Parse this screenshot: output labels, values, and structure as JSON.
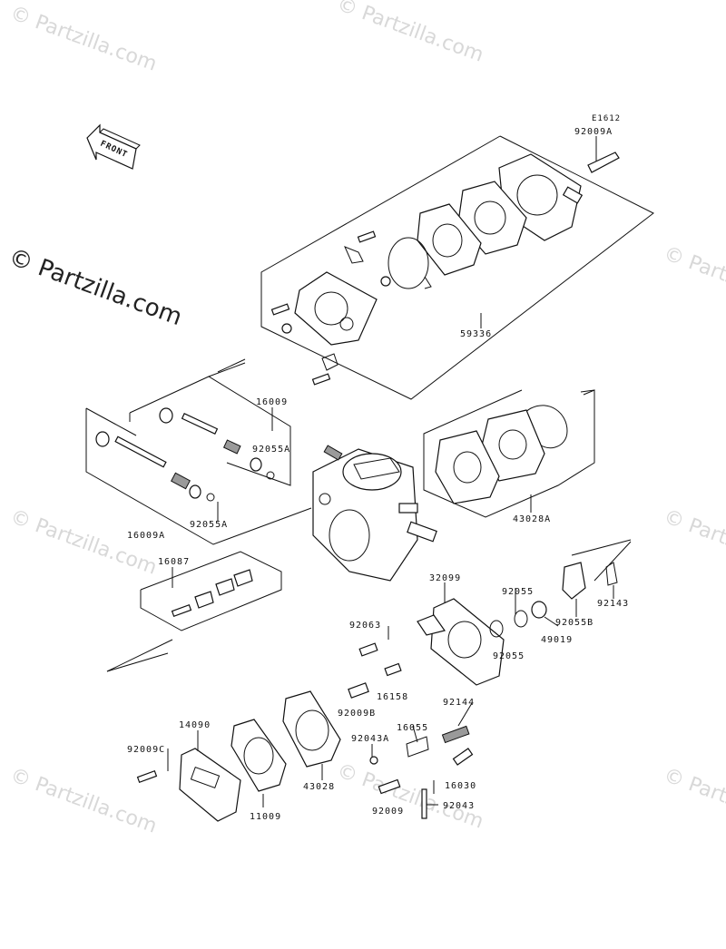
{
  "diagram": {
    "code": "E1612",
    "front_label": "FRONT",
    "watermark_main": "© Partzilla.com",
    "watermark_faint": "© Partzilla.com"
  },
  "parts": [
    {
      "id": "92009A",
      "label": "92009A"
    },
    {
      "id": "59336",
      "label": "59336"
    },
    {
      "id": "16009",
      "label": "16009"
    },
    {
      "id": "92055A_top",
      "label": "92055A"
    },
    {
      "id": "16009A",
      "label": "16009A"
    },
    {
      "id": "92055A_bot",
      "label": "92055A"
    },
    {
      "id": "43028A",
      "label": "43028A"
    },
    {
      "id": "16087",
      "label": "16087"
    },
    {
      "id": "32099",
      "label": "32099"
    },
    {
      "id": "92055_a",
      "label": "92055"
    },
    {
      "id": "92055_b",
      "label": "92055"
    },
    {
      "id": "49019",
      "label": "49019"
    },
    {
      "id": "92055B",
      "label": "92055B"
    },
    {
      "id": "92143",
      "label": "92143"
    },
    {
      "id": "92063",
      "label": "92063"
    },
    {
      "id": "16158",
      "label": "16158"
    },
    {
      "id": "92009B",
      "label": "92009B"
    },
    {
      "id": "92144",
      "label": "92144"
    },
    {
      "id": "92043A",
      "label": "92043A"
    },
    {
      "id": "16055",
      "label": "16055"
    },
    {
      "id": "16030",
      "label": "16030"
    },
    {
      "id": "92009",
      "label": "92009"
    },
    {
      "id": "92043",
      "label": "92043"
    },
    {
      "id": "14090",
      "label": "14090"
    },
    {
      "id": "92009C",
      "label": "92009C"
    },
    {
      "id": "11009",
      "label": "11009"
    },
    {
      "id": "43028",
      "label": "43028"
    }
  ]
}
